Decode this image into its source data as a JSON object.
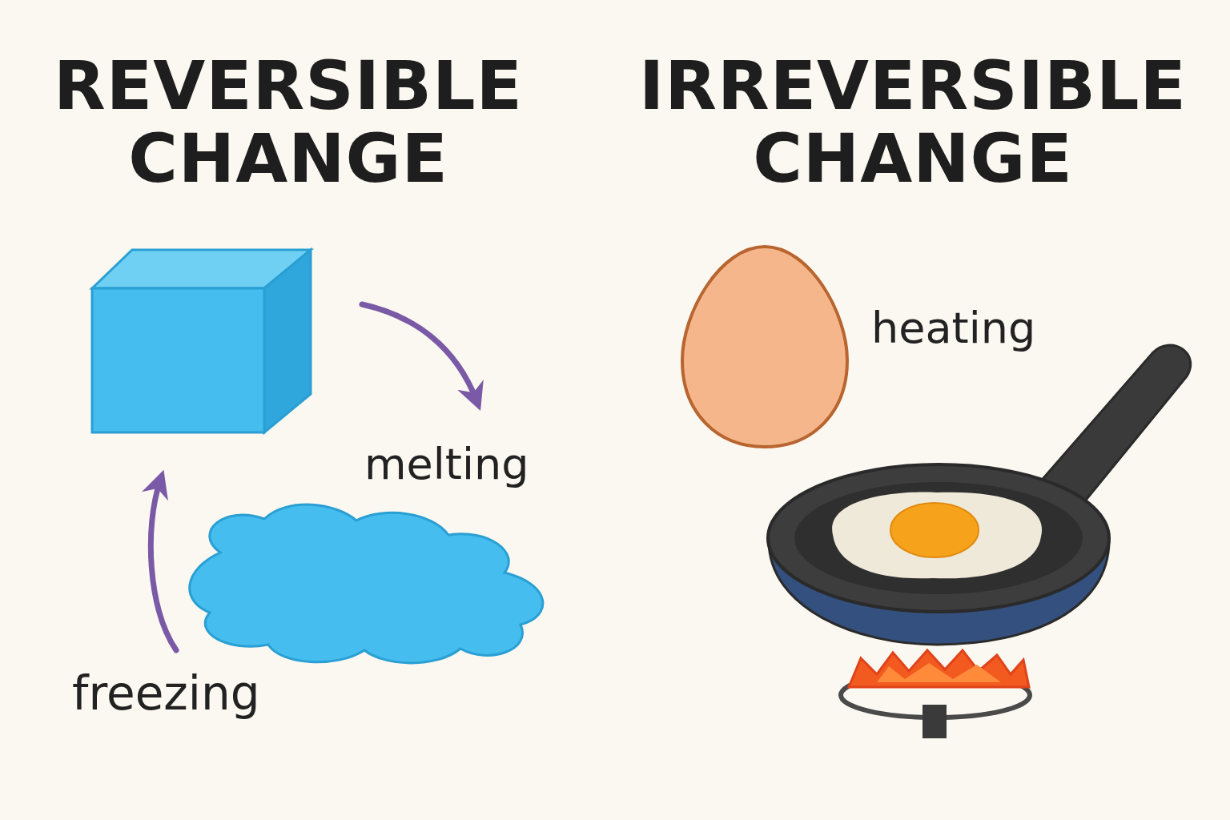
{
  "diagram": {
    "labels": [
      "REVERSIBLE CHANGE",
      "IRREVERSIBLE CHANGE",
      "melting",
      "freezing",
      "heating"
    ]
  }
}
